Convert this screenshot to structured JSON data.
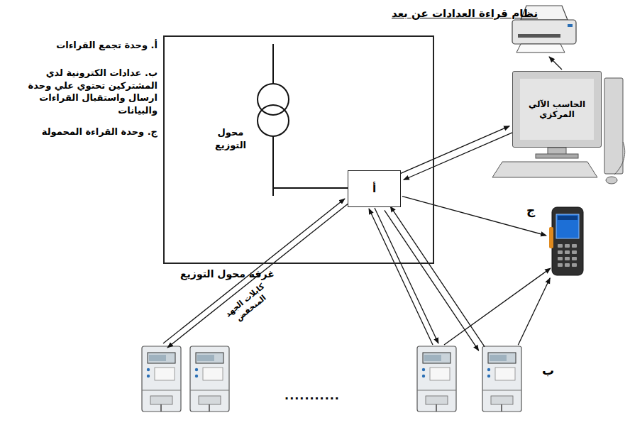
{
  "diagram": {
    "title": "نظام قراءة العدادات عن بعد",
    "nodes": [
      {
        "text": [
          "غرفة محول التوزيع"
        ]
      },
      {
        "text": [
          "أ"
        ],
        "in": 0
      },
      {
        "text": [
          "الحاسب الآلي المركزي"
        ]
      },
      {
        "text": [
          "ج"
        ]
      },
      {
        "text": [
          "ب"
        ]
      }
    ],
    "edges": [
      {
        "from": 1,
        "to": 2,
        "arrow": "to"
      },
      {
        "from": 2,
        "to": 1,
        "arrow": "to"
      },
      {
        "from": 1,
        "to": 3,
        "arrow": "to"
      },
      {
        "from": 4,
        "to": 1,
        "arrow": "to"
      },
      {
        "from": 1,
        "to": 4,
        "arrow": "to"
      },
      {
        "from": 4,
        "to": 3,
        "arrow": "to"
      }
    ],
    "labels": [
      "أ. وحدة تجمع القراءات",
      "ب. عدادات الكترونية لدي المشتركين تحتوي علي وحدة ارسال واستقبال القراءات والبيانات",
      "ج. وحدة القراءة المحمولة",
      "محول التوزيع",
      "كابلات الجهد المنخفض",
      "..........."
    ]
  }
}
